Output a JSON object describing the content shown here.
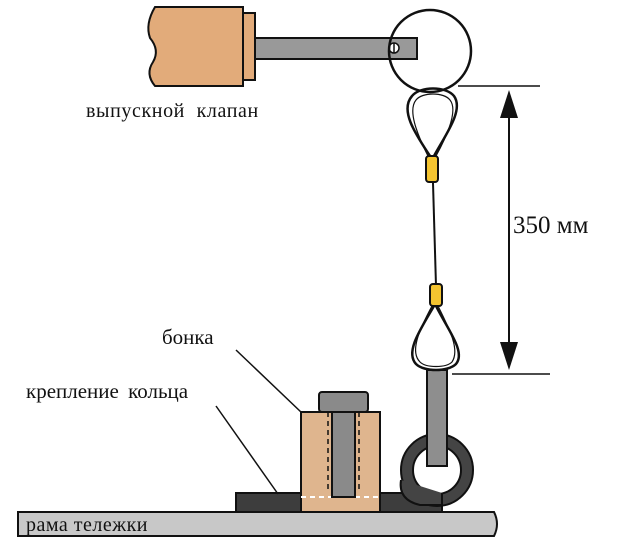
{
  "labels": {
    "valve": "выпускной клапан",
    "bonka": "бонка",
    "ring_mount": "крепление кольца",
    "frame": "рама тележки",
    "dimension": "350 мм"
  },
  "colors": {
    "valve_body": "#e2ab7a",
    "bonka_body": "#dfb58e",
    "rod_grey": "#8e8e8e",
    "dark_plate": "#3d3d3d",
    "crimp_yellow": "#f4c430",
    "frame_grey": "#c8c8c8",
    "outline": "#111111"
  }
}
